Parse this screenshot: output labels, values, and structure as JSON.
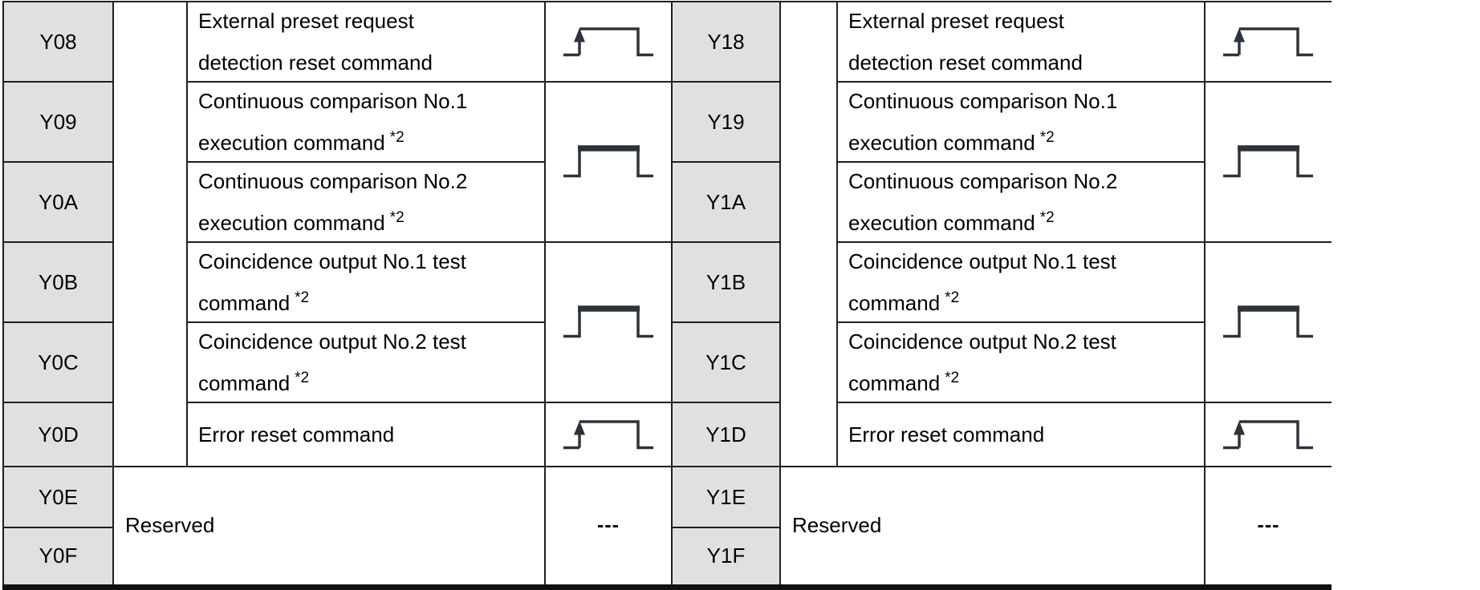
{
  "colors": {
    "cellBg": "#e0e0e0",
    "border": "#1f1f1f",
    "thickBorder": "#101010",
    "waveform": "#2e323a",
    "text": "#000000",
    "pageBg": "#ffffff"
  },
  "halves": [
    {
      "rows": [
        {
          "signal": "Y08",
          "line1": "External preset request",
          "line2": "detection reset command",
          "note": "",
          "waveform": "rising-edge-pulse"
        },
        {
          "signal": "Y09",
          "line1": "Continuous comparison No.1",
          "line2": "execution command",
          "note": "*2",
          "waveform": "level-pulse-shared"
        },
        {
          "signal": "Y0A",
          "line1": "Continuous comparison No.2",
          "line2": "execution command",
          "note": "*2",
          "waveform": "level-pulse-shared"
        },
        {
          "signal": "Y0B",
          "line1": "Coincidence output No.1 test",
          "line2": "command",
          "note": "*2",
          "waveform": "level-pulse-shared"
        },
        {
          "signal": "Y0C",
          "line1": "Coincidence output No.2 test",
          "line2": "command",
          "note": "*2",
          "waveform": "level-pulse-shared"
        },
        {
          "signal": "Y0D",
          "line1": "Error reset command",
          "note": "",
          "waveform": "rising-edge-pulse"
        },
        {
          "signal": "Y0E"
        },
        {
          "signal": "Y0F"
        }
      ],
      "reserved_label": "Reserved",
      "reserved_waveform": "---"
    },
    {
      "rows": [
        {
          "signal": "Y18",
          "line1": "External preset request",
          "line2": "detection reset command",
          "note": "",
          "waveform": "rising-edge-pulse"
        },
        {
          "signal": "Y19",
          "line1": "Continuous comparison No.1",
          "line2": "execution command",
          "note": "*2",
          "waveform": "level-pulse-shared"
        },
        {
          "signal": "Y1A",
          "line1": "Continuous comparison No.2",
          "line2": "execution command",
          "note": "*2",
          "waveform": "level-pulse-shared"
        },
        {
          "signal": "Y1B",
          "line1": "Coincidence output No.1 test",
          "line2": "command",
          "note": "*2",
          "waveform": "level-pulse-shared"
        },
        {
          "signal": "Y1C",
          "line1": "Coincidence output No.2 test",
          "line2": "command",
          "note": "*2",
          "waveform": "level-pulse-shared"
        },
        {
          "signal": "Y1D",
          "line1": "Error reset command",
          "note": "",
          "waveform": "rising-edge-pulse"
        },
        {
          "signal": "Y1E"
        },
        {
          "signal": "Y1F"
        }
      ],
      "reserved_label": "Reserved",
      "reserved_waveform": "---"
    }
  ]
}
